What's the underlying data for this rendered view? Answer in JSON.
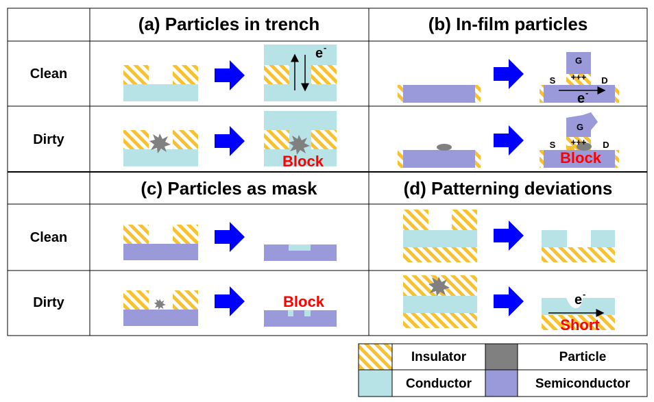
{
  "colors": {
    "insulator_stripe_1": "#f8c130",
    "insulator_stripe_2": "#ffffff",
    "conductor": "#b7e2e6",
    "semiconductor": "#9a9ada",
    "particle": "#808080",
    "arrow": "#0000ff",
    "warning_text": "#ff0000"
  },
  "headers": {
    "a": "(a) Particles in trench",
    "b": "(b) In-film particles",
    "c": "(c) Particles as mask",
    "d": "(d) Patterning deviations"
  },
  "rows": {
    "clean": "Clean",
    "dirty": "Dirty"
  },
  "labels": {
    "electron": "e",
    "electron_sup": "-",
    "gate": "G",
    "plus": "+++",
    "source": "S",
    "drain": "D",
    "block": "Block",
    "short": "Short"
  },
  "legend": {
    "insulator": "Insulator",
    "particle": "Particle",
    "conductor": "Conductor",
    "semiconductor": "Semiconductor"
  },
  "icons": {
    "process_arrow": "right-arrow-icon",
    "particle": "starburst-icon",
    "current_arrow": "double-arrow-icon"
  }
}
